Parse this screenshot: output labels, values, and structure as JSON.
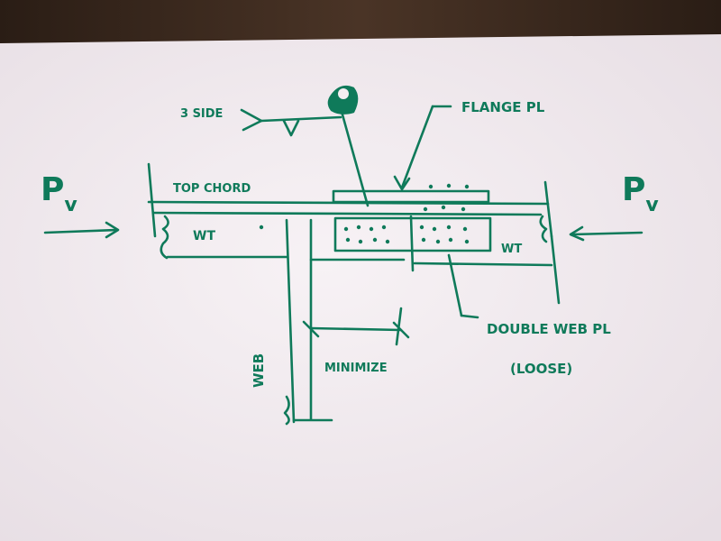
{
  "labels": {
    "pv_left_p": "P",
    "pv_left_sub": "v",
    "pv_right_p": "P",
    "pv_right_sub": "v",
    "three_side": "3 SIDE",
    "flange_pl": "FLANGE PL",
    "top_chord": "TOP CHORD",
    "wt_left": "WT",
    "wt_right": "WT",
    "web": "WEB",
    "minimize": "MINIMIZE",
    "double_web_pl": "DOUBLE WEB PL",
    "loose": "(LOOSE)"
  },
  "colors": {
    "ink": "#0f7a5a",
    "paper": "#f4eef2",
    "table": "#3a2a20"
  }
}
